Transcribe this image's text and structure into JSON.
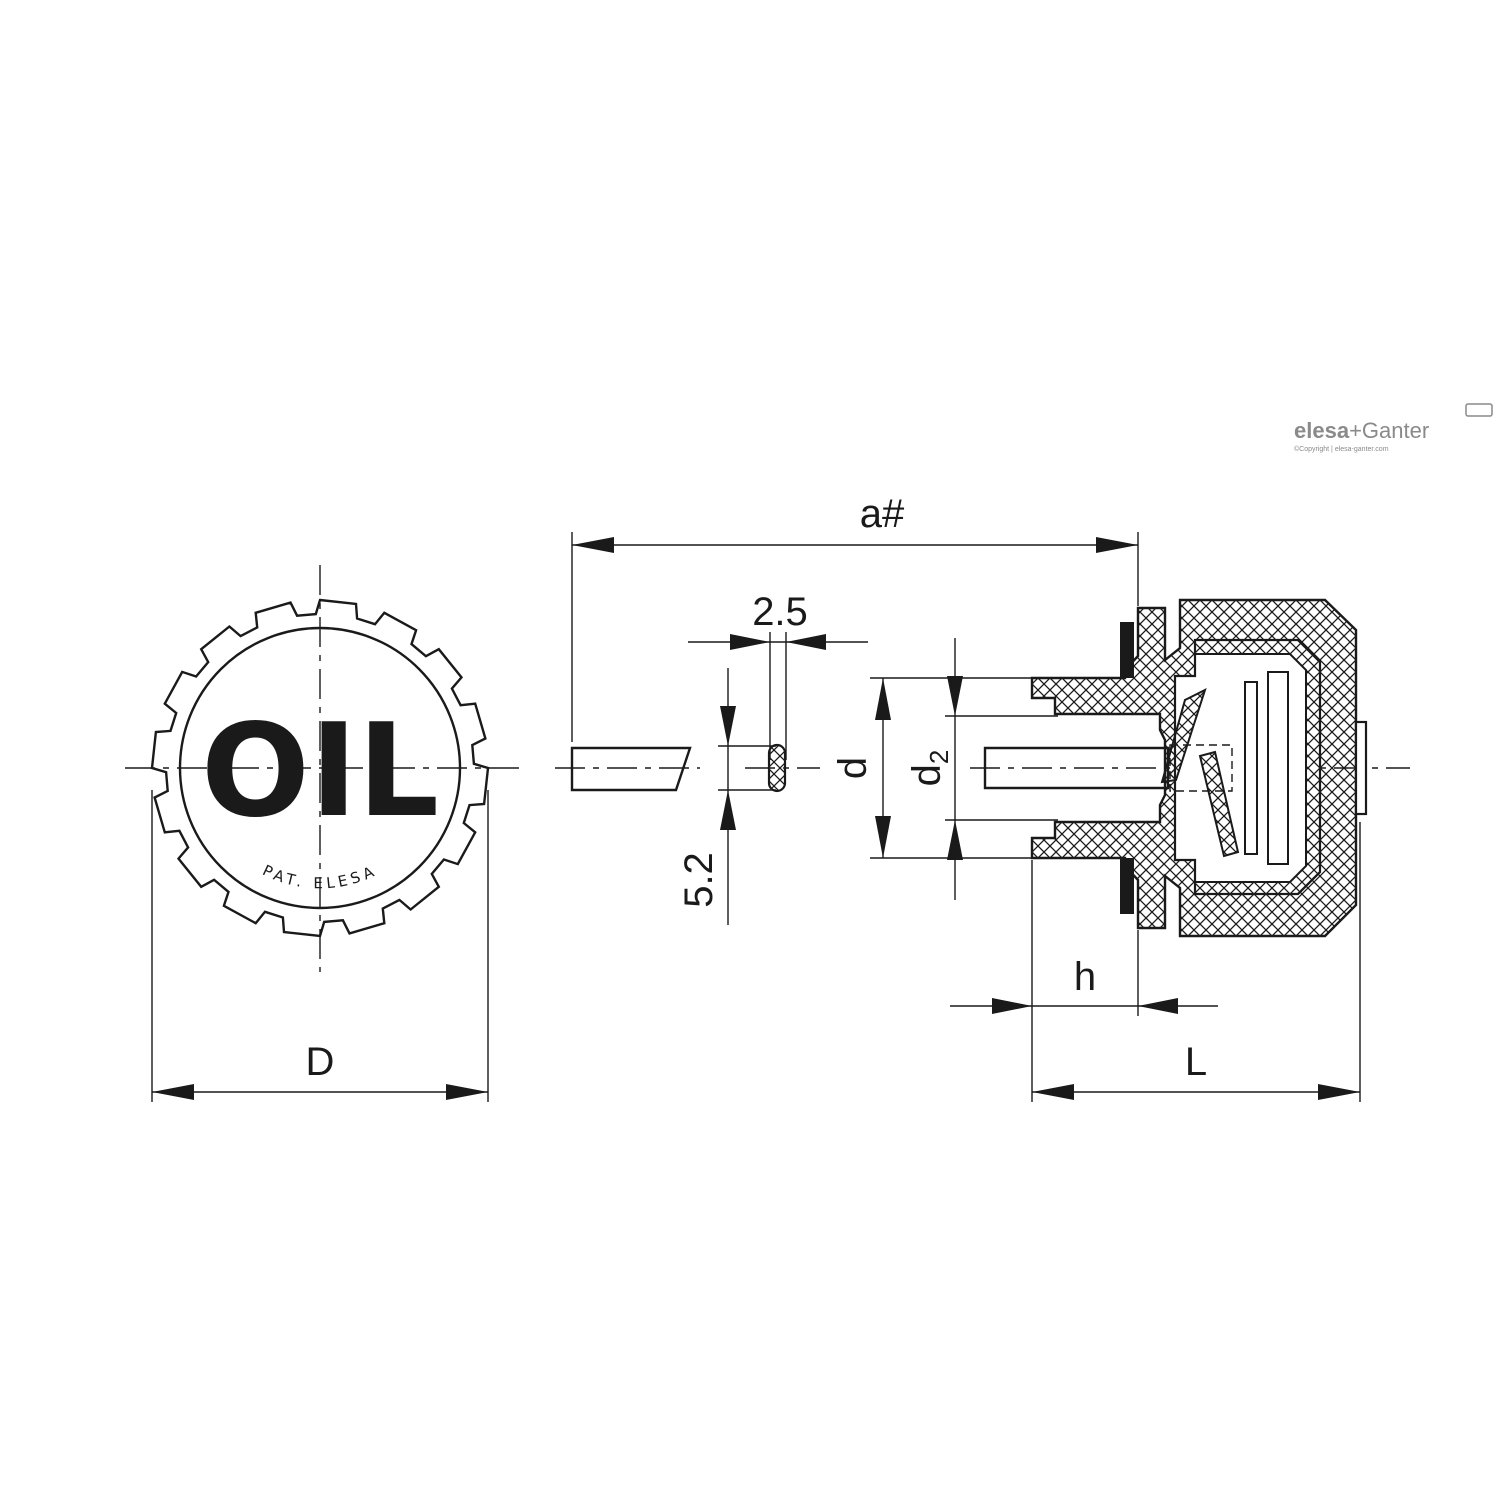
{
  "front_view": {
    "cap_text": "OIL",
    "stamp_text": "PAT. ELESA"
  },
  "dimensions": {
    "a": "a#",
    "d_upper": "2.5",
    "d_lower": "5.2",
    "d": "d",
    "d2_base": "d",
    "d2_sub": "2",
    "h": "h",
    "L": "L",
    "D": "D"
  },
  "brand": {
    "name_part1": "elesa",
    "name_plus": "+",
    "name_part2": "Ganter",
    "copyright": "©Copyright | elesa-ganter.com"
  },
  "colors": {
    "line": "#1a1a1a",
    "logo": "#8a8a8a"
  }
}
